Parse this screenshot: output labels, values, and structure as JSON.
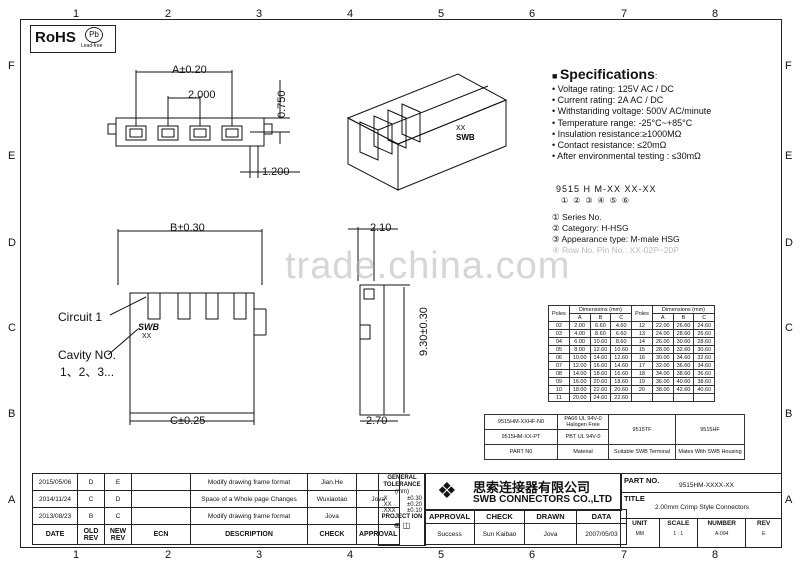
{
  "border": {
    "columns": [
      "1",
      "2",
      "3",
      "4",
      "5",
      "6",
      "7",
      "8"
    ],
    "rows": [
      "F",
      "E",
      "D",
      "C",
      "B",
      "A"
    ]
  },
  "rohs": {
    "text": "RoHS",
    "pb": "Pb",
    "lead_free": "Lead-free"
  },
  "top_view": {
    "dim_a": "A±0.20",
    "dim_pitch": "2.000",
    "dim_height": "0.750",
    "dim_width": "1.200"
  },
  "front_view": {
    "dim_b": "B±0.30",
    "dim_c": "C±0.25",
    "circuit_label": "Circuit 1",
    "cavity_label": "Cavity NO.",
    "cavity_nums": "1、2、3...",
    "logo": "SWB",
    "xx": "XX"
  },
  "side_view": {
    "dim_depth": "2.10",
    "dim_h": "9.30±0.30",
    "dim_bottom": "2.70"
  },
  "iso_view": {
    "logo": "SWB",
    "xx": "XX"
  },
  "watermark": "trade.china.com",
  "specs": {
    "title": "Specifications",
    "colon": ":",
    "items": [
      "Voltage rating: 125V AC / DC",
      "Current rating:  2A  AC / DC",
      "Withstanding voltage: 500V AC/minute",
      "Temperature range: -25°C~+85°C",
      "Insulation resistance:≥1000MΩ",
      "Contact resistance: ≤20mΩ",
      "After environmental testing : ≤30mΩ"
    ],
    "part_number": "9515 H M-XX XX-XX",
    "circles": "①②③④⑤⑥",
    "explanations": [
      "① Series No.",
      "② Category: H-HSG",
      "③ Appearance type: M-male HSG",
      "④ Row No. Pin No.: XX-02P~20P"
    ]
  },
  "dims_table": {
    "headers": [
      "Poles",
      "A",
      "B",
      "C",
      "Poles",
      "A",
      "B",
      "C"
    ],
    "group_header": "Dimensions (mm)",
    "rows": [
      [
        "02",
        "2.00",
        "6.60",
        "4.60",
        "12",
        "22.00",
        "26.60",
        "24.60"
      ],
      [
        "03",
        "4.00",
        "8.60",
        "6.60",
        "13",
        "24.00",
        "28.60",
        "26.60"
      ],
      [
        "04",
        "6.00",
        "10.60",
        "8.60",
        "14",
        "26.00",
        "30.60",
        "28.60"
      ],
      [
        "05",
        "8.00",
        "12.60",
        "10.60",
        "15",
        "28.00",
        "32.60",
        "30.60"
      ],
      [
        "06",
        "10.00",
        "14.60",
        "12.60",
        "16",
        "30.00",
        "34.60",
        "32.60"
      ],
      [
        "07",
        "12.00",
        "16.60",
        "14.60",
        "17",
        "32.00",
        "36.60",
        "34.60"
      ],
      [
        "08",
        "14.00",
        "18.60",
        "16.60",
        "18",
        "34.00",
        "38.60",
        "36.60"
      ],
      [
        "09",
        "16.00",
        "20.60",
        "18.60",
        "19",
        "36.00",
        "40.60",
        "38.60"
      ],
      [
        "10",
        "18.00",
        "22.60",
        "20.60",
        "20",
        "38.00",
        "42.60",
        "40.60"
      ],
      [
        "11",
        "20.00",
        "24.60",
        "22.60",
        "",
        "",
        "",
        ""
      ]
    ]
  },
  "bom": {
    "rows": [
      [
        "9515HM-XXHF-N0",
        "PA66 UL 94V-0 Halogen Free",
        "9515TF",
        "9515HF"
      ],
      [
        "9515HM-XX-PT",
        "PBT UL 94V-0",
        "",
        ""
      ]
    ],
    "footer": [
      "PART N0",
      "Material",
      "Suitable SWB  Terminal",
      "Mates With SWB  Housing"
    ]
  },
  "revisions": [
    [
      "2015/05/06",
      "D",
      "E",
      "Modify drawing frame format",
      "Jian.He",
      ""
    ],
    [
      "2014/11/24",
      "C",
      "D",
      "Space of a Whole page Changes",
      "Wuxiaotao",
      "Jova"
    ],
    [
      "2013/08/23",
      "B",
      "C",
      "Modify drawing frame format",
      "Jova",
      ""
    ]
  ],
  "rev_header": [
    "DATE",
    "OLD REV",
    "NEW REV",
    "ECN",
    "DESCRIPTION",
    "CHECK",
    "APPROVAL"
  ],
  "tolerance": {
    "title": "GENERAL TOLERANCE",
    "unit": "(mm)",
    "rows": [
      [
        ".X",
        "±0.30"
      ],
      [
        ".XX",
        "±0.20"
      ],
      [
        ".XXX",
        "±0.10"
      ]
    ],
    "projection": "PROJECT ION"
  },
  "company": {
    "cn": "思索连接器有限公司",
    "en": "SWB CONNECTORS CO.,LTD"
  },
  "approval": {
    "headers": [
      "APPROVAL",
      "CHECK",
      "DRAWN",
      "DATA"
    ],
    "values": [
      "Success",
      "Sun Kaibao",
      "Jova",
      "2007/05/03"
    ]
  },
  "title_block": {
    "part_no_label": "PART NO.",
    "part_no": "9515HM-XXXX-XX",
    "title_label": "TITLE",
    "title": "2.00mm Crimp Style Connectors",
    "unit_label": "UNIT",
    "unit": "MM",
    "scale_label": "SCALE",
    "scale": "1 : 1",
    "number_label": "NUMBER",
    "number": "A-094",
    "rev_label": "REV",
    "rev": "E"
  }
}
